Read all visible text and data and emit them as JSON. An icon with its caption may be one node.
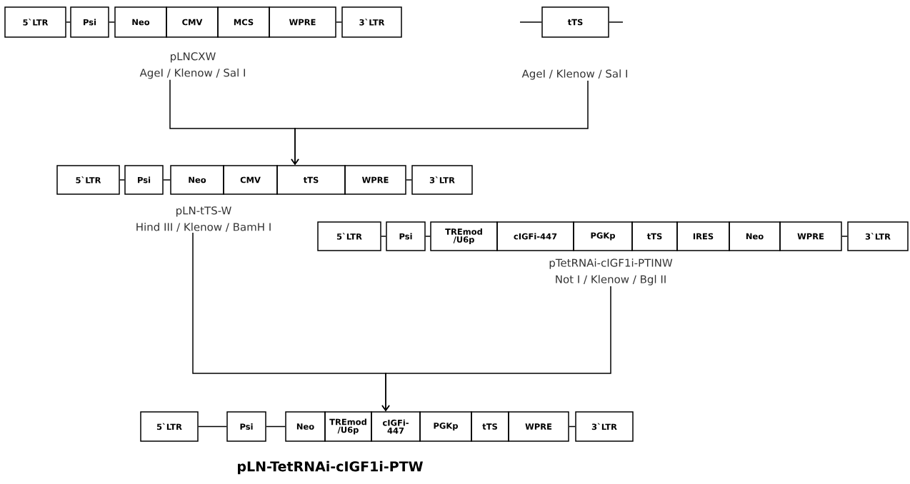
{
  "diagram": {
    "caption": "pLN-TetRNAi-cIGF1i-PTW",
    "nodes": [
      {
        "text": [
          "5`LTR"
        ]
      },
      {
        "text": [
          "Psi"
        ]
      },
      {
        "text": [
          "Neo"
        ]
      },
      {
        "text": [
          "CMV"
        ]
      },
      {
        "text": [
          "MCS"
        ]
      },
      {
        "text": [
          "WPRE"
        ]
      },
      {
        "text": [
          "3`LTR"
        ]
      },
      {
        "text": [
          "tTS"
        ]
      },
      {
        "text": [
          "pLNCXW",
          "AgeI / Klenow / Sal I"
        ]
      },
      {
        "text": [
          "AgeI / Klenow / Sal I"
        ]
      },
      {
        "text": [
          "5`LTR"
        ]
      },
      {
        "text": [
          "Psi"
        ]
      },
      {
        "text": [
          "Neo"
        ]
      },
      {
        "text": [
          "CMV"
        ]
      },
      {
        "text": [
          "tTS"
        ]
      },
      {
        "text": [
          "WPRE"
        ]
      },
      {
        "text": [
          "3`LTR"
        ]
      },
      {
        "text": [
          "pLN-tTS-W",
          "Hind III / Klenow / BamH I"
        ]
      },
      {
        "text": [
          "5`LTR"
        ]
      },
      {
        "text": [
          "Psi"
        ]
      },
      {
        "text": [
          "TREmod /U6p"
        ]
      },
      {
        "text": [
          "cIGFi-447"
        ]
      },
      {
        "text": [
          "PGKp"
        ]
      },
      {
        "text": [
          "tTS"
        ]
      },
      {
        "text": [
          "IRES"
        ]
      },
      {
        "text": [
          "Neo"
        ]
      },
      {
        "text": [
          "WPRE"
        ]
      },
      {
        "text": [
          "3`LTR"
        ]
      },
      {
        "text": [
          "pTetRNAi-cIGF1i-PTINW",
          "Not I / Klenow / Bgl II"
        ]
      },
      {
        "text": [
          "5`LTR"
        ]
      },
      {
        "text": [
          "Psi"
        ]
      },
      {
        "text": [
          "Neo"
        ]
      },
      {
        "text": [
          "TREmod /U6p"
        ]
      },
      {
        "text": [
          "cIGFi-447"
        ]
      },
      {
        "text": [
          "PGKp"
        ]
      },
      {
        "text": [
          "tTS"
        ]
      },
      {
        "text": [
          "WPRE"
        ]
      },
      {
        "text": [
          "3`LTR"
        ]
      }
    ],
    "edges": [
      {
        "from": 0,
        "to": 1,
        "arrow": "none"
      },
      {
        "from": 1,
        "to": 2,
        "arrow": "none"
      },
      {
        "from": 5,
        "to": 6,
        "arrow": "none"
      },
      {
        "from": null,
        "to": 7,
        "arrow": "none"
      },
      {
        "from": 7,
        "to": null,
        "arrow": "none"
      },
      {
        "from": 8,
        "to": 14,
        "arrow": "to"
      },
      {
        "from": 9,
        "to": 14,
        "arrow": "to"
      },
      {
        "from": 10,
        "to": 11,
        "arrow": "none"
      },
      {
        "from": 11,
        "to": 12,
        "arrow": "none"
      },
      {
        "from": 15,
        "to": 16,
        "arrow": "none"
      },
      {
        "from": 18,
        "to": 19,
        "arrow": "none"
      },
      {
        "from": 19,
        "to": 20,
        "arrow": "none"
      },
      {
        "from": 26,
        "to": 27,
        "arrow": "none"
      },
      {
        "from": 17,
        "to": 33,
        "arrow": "to"
      },
      {
        "from": 28,
        "to": 33,
        "arrow": "to"
      },
      {
        "from": 29,
        "to": 30,
        "arrow": "none"
      },
      {
        "from": 30,
        "to": 31,
        "arrow": "none"
      },
      {
        "from": 36,
        "to": 37,
        "arrow": "none"
      }
    ]
  }
}
